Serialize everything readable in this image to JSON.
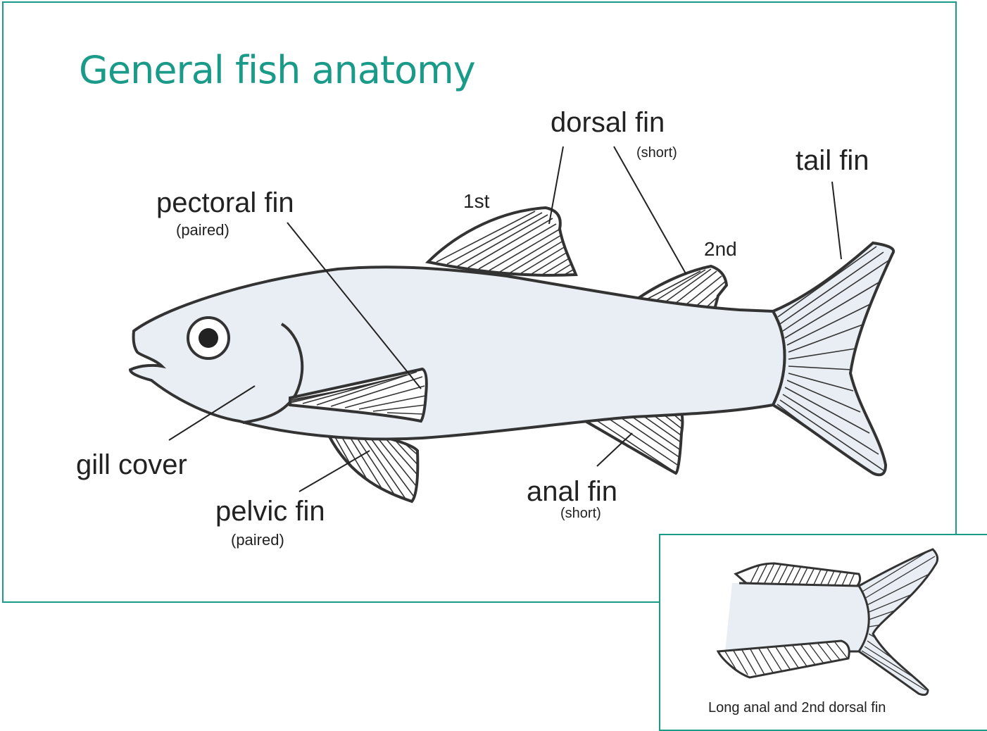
{
  "title": "General fish anatomy",
  "labels": {
    "dorsal_fin": "dorsal fin",
    "dorsal_fin_note": "(short)",
    "first": "1st",
    "second": "2nd",
    "tail_fin": "tail fin",
    "pectoral_fin": "pectoral fin",
    "pectoral_fin_note": "(paired)",
    "gill_cover": "gill cover",
    "pelvic_fin": "pelvic fin",
    "pelvic_fin_note": "(paired)",
    "anal_fin": "anal fin",
    "anal_fin_note": "(short)"
  },
  "inset": {
    "caption": "Long anal and 2nd dorsal fin"
  },
  "colors": {
    "accent": "#1a9a88",
    "body_fill": "#e9eef5",
    "outline": "#333333"
  }
}
